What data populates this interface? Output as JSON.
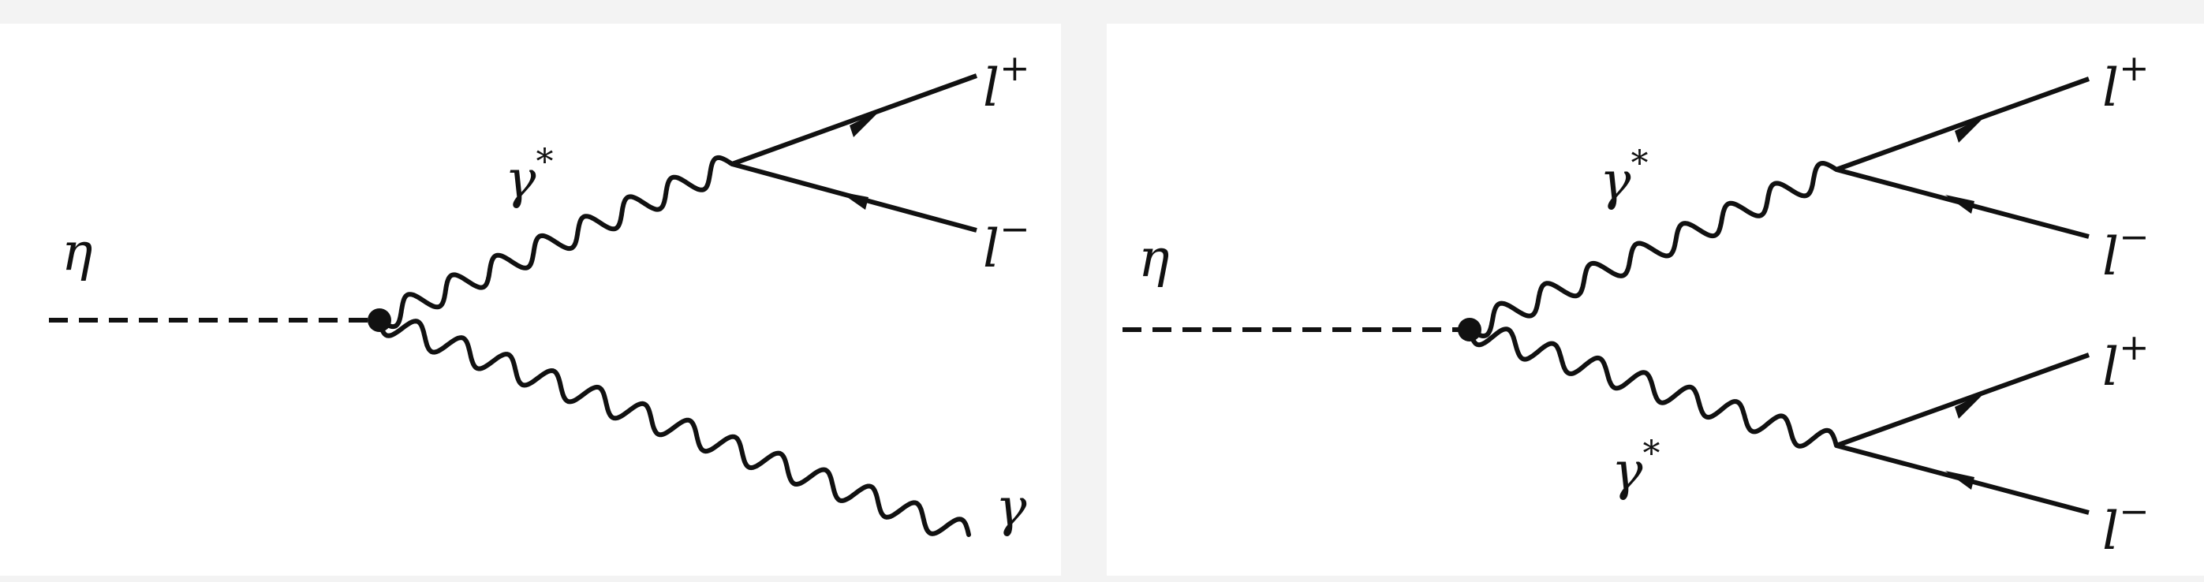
{
  "diagrams": [
    {
      "initial_particle": "η",
      "virtual_photon": {
        "symbol": "γ",
        "superscript": "*"
      },
      "lepton_plus": {
        "symbol": "l",
        "superscript": "+"
      },
      "lepton_minus": {
        "symbol": "l",
        "superscript": "−"
      },
      "real_photon": "γ"
    },
    {
      "initial_particle": "η",
      "virtual_photon_upper": {
        "symbol": "γ",
        "superscript": "*"
      },
      "virtual_photon_lower": {
        "symbol": "γ",
        "superscript": "*"
      },
      "upper_lepton_plus": {
        "symbol": "l",
        "superscript": "+"
      },
      "upper_lepton_minus": {
        "symbol": "l",
        "superscript": "−"
      },
      "lower_lepton_plus": {
        "symbol": "l",
        "superscript": "+"
      },
      "lower_lepton_minus": {
        "symbol": "l",
        "superscript": "−"
      }
    }
  ],
  "colors": {
    "ink": "#111111",
    "panel": "#ffffff",
    "background": "#f3f3f3"
  }
}
